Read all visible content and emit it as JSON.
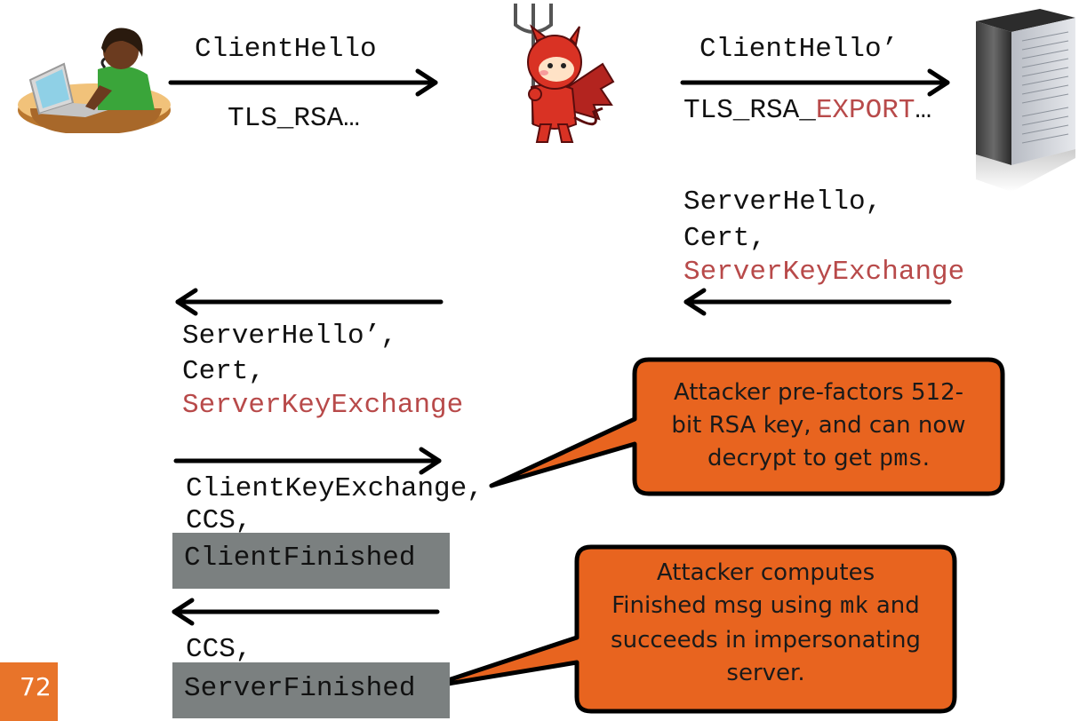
{
  "row1": {
    "client_hello": "ClientHello",
    "tls_rsa": "TLS_RSA…",
    "client_hello_prime": "ClientHello’",
    "tls_rsa_export_prefix": "TLS_RSA_",
    "tls_rsa_export_highlight": "EXPORT",
    "tls_rsa_export_suffix": "…"
  },
  "server_msg": {
    "line1": "ServerHello,",
    "line2": "Cert,",
    "line3": "ServerKeyExchange"
  },
  "mitm_msg": {
    "line1": "ServerHello’,",
    "line2": "Cert,",
    "line3": "ServerKeyExchange"
  },
  "client_msg": {
    "line1": "ClientKeyExchange,",
    "line2": "CCS,",
    "line3": "ClientFinished"
  },
  "server_finish_msg": {
    "line1": "CCS,",
    "line2": "ServerFinished"
  },
  "callout1": {
    "line1": "Attacker pre-factors 512-",
    "line2": "bit RSA key, and can now",
    "line3_prefix": "decrypt to get ",
    "line3_code": "pms",
    "line3_suffix": "."
  },
  "callout2": {
    "line1": "Attacker computes",
    "line2_prefix": "Finished msg using ",
    "line2_code": "mk",
    "line2_suffix": " and",
    "line3": "succeeds in impersonating",
    "line4": "server."
  },
  "slide_number": "72",
  "colors": {
    "highlight_red": "#b84a4a",
    "callout_orange": "#e8641f",
    "finished_box_gray": "#7b8080",
    "slide_number_orange": "#e8742a"
  },
  "icons": {
    "client": "woman-at-laptop-icon",
    "attacker": "devil-with-pitchfork-icon",
    "server": "server-tower-icon"
  }
}
